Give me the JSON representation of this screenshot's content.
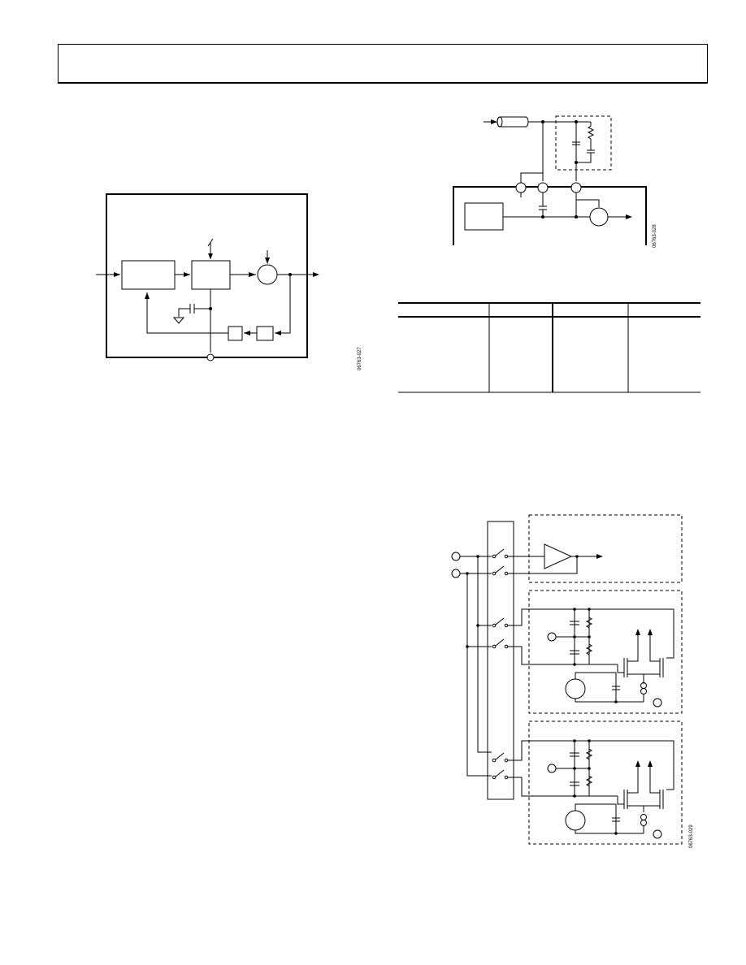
{
  "header": {},
  "figures": {
    "block_diagram": {
      "code": "06763-027"
    },
    "input_circuit": {
      "code": "06763-028"
    },
    "switch_schematic": {
      "code": "06763-029"
    }
  },
  "table": {
    "columns": 4
  }
}
